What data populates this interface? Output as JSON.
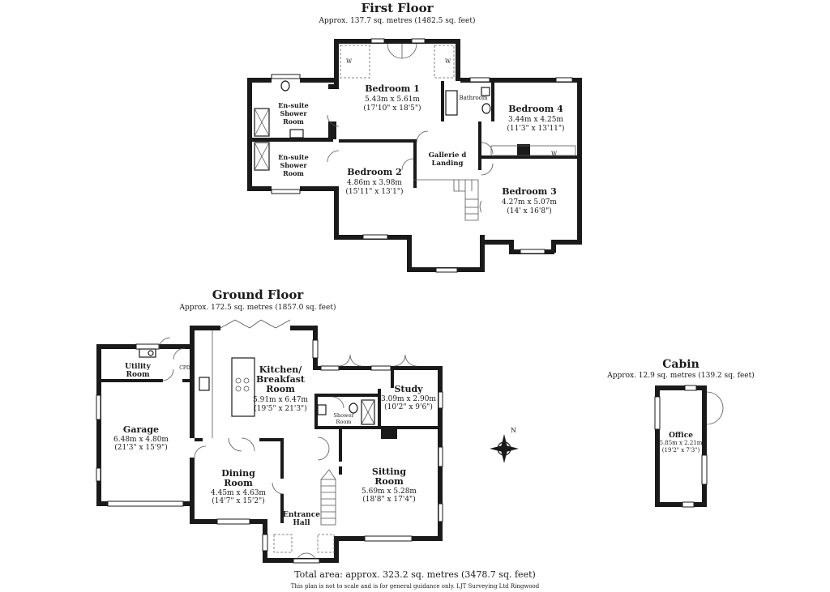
{
  "first_floor": {
    "title": "First Floor",
    "area": "Approx. 137.7 sq. metres (1482.5 sq. feet)",
    "rooms": {
      "bedroom1": {
        "name": "Bedroom 1",
        "size_m": "5.43m x 5.61m",
        "size_ft": "(17'10\" x 18'5\")"
      },
      "ensuite1": {
        "line1": "En-suite",
        "line2": "Shower",
        "line3": "Room"
      },
      "ensuite2": {
        "line1": "En-suite",
        "line2": "Shower",
        "line3": "Room"
      },
      "bathroom": {
        "name": "Bathroom"
      },
      "bedroom4": {
        "name": "Bedroom 4",
        "size_m": "3.44m x 4.25m",
        "size_ft": "(11'3\" x 13'11\")"
      },
      "landing": {
        "line1": "Gallerie d",
        "line2": "Landing"
      },
      "bedroom2": {
        "name": "Bedroom 2",
        "size_m": "4.86m x 3.98m",
        "size_ft": "(15'11\" x 13'1\")"
      },
      "bedroom3": {
        "name": "Bedroom 3",
        "size_m": "4.27m x 5.07m",
        "size_ft": "(14' x 16'8\")"
      },
      "wardrobe_mark": "W"
    }
  },
  "ground_floor": {
    "title": "Ground Floor",
    "area": "Approx. 172.5 sq. metres (1857.0 sq. feet)",
    "rooms": {
      "utility": {
        "line1": "Utility",
        "line2": "Room"
      },
      "cpd": "CPD",
      "garage": {
        "name": "Garage",
        "size_m": "6.48m x 4.80m",
        "size_ft": "(21'3\" x 15'9\")"
      },
      "kitchen": {
        "line1": "Kitchen/",
        "line2": "Breakfast",
        "line3": "Room",
        "size_m": "5.91m x 6.47m",
        "size_ft": "(19'5\" x 21'3\")"
      },
      "study": {
        "name": "Study",
        "size_m": "3.09m x 2.90m",
        "size_ft": "(10'2\" x 9'6\")"
      },
      "shower": {
        "line1": "Shower",
        "line2": "Room"
      },
      "dining": {
        "line1": "Dining",
        "line2": "Room",
        "size_m": "4.45m x 4.63m",
        "size_ft": "(14'7\" x 15'2\")"
      },
      "sitting": {
        "line1": "Sitting",
        "line2": "Room",
        "size_m": "5.69m x 5.28m",
        "size_ft": "(18'8\" x 17'4\")"
      },
      "hall": {
        "line1": "Entrance",
        "line2": "Hall"
      }
    }
  },
  "cabin": {
    "title": "Cabin",
    "area": "Approx. 12.9 sq. metres (139.2 sq. feet)",
    "office": {
      "name": "Office",
      "size_m": "5.85m x 2.21m",
      "size_ft": "(19'2\" x 7'3\")"
    }
  },
  "compass_label": "N",
  "footer": {
    "total": "Total area: approx. 323.2 sq. metres (3478.7 sq. feet)",
    "disclaimer": "This plan is not to scale and is for general guidance only. LJT Surveying Ltd Ringwood"
  }
}
